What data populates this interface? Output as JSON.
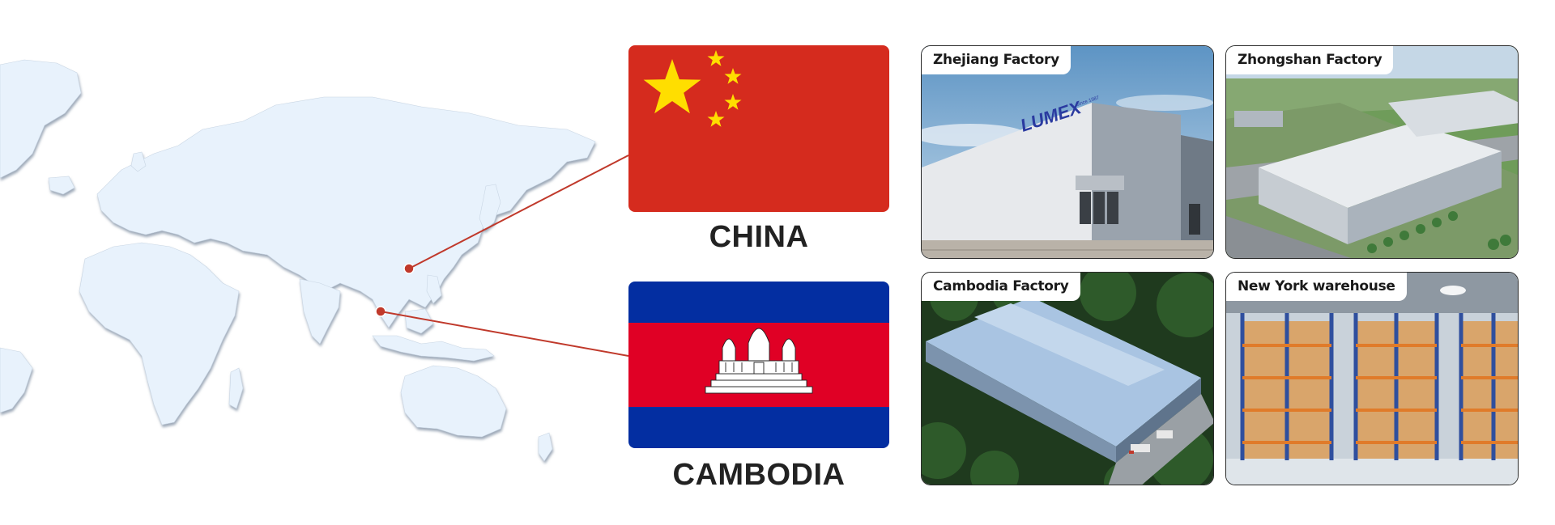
{
  "countries": [
    {
      "name": "CHINA",
      "flag": "china-flag"
    },
    {
      "name": "CAMBODIA",
      "flag": "cambodia-flag"
    }
  ],
  "facilities": [
    {
      "label": "Zhejiang Factory",
      "sign": "LUMEX",
      "sign_sub": "since 1987"
    },
    {
      "label": "Zhongshan Factory"
    },
    {
      "label": "Cambodia Factory"
    },
    {
      "label": "New York warehouse"
    }
  ],
  "colors": {
    "map_land": "#e8f2fc",
    "map_shadow": "#9aa8b8",
    "connector": "#c0392b",
    "china_red": "#d52b1e",
    "china_star": "#ffde00",
    "cambodia_blue": "#032ea1",
    "cambodia_red": "#e00025"
  }
}
